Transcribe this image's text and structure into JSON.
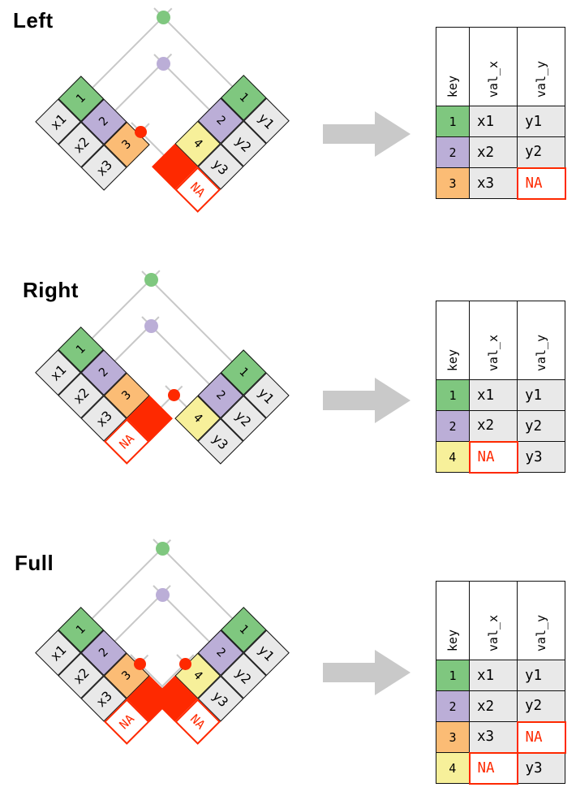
{
  "colors": {
    "green": "#7FC77F",
    "purple": "#BBAED7",
    "orange": "#FBBC75",
    "yellow": "#F7F09A",
    "gray_cell": "#E9E9E9",
    "red": "#FE2900",
    "line": "#C8C8C8",
    "arrow": "#C9C9C9",
    "border": "#111111"
  },
  "result_headers": [
    "key",
    "val_x",
    "val_y"
  ],
  "sections": [
    {
      "label": "Left",
      "left_table": {
        "rows": [
          {
            "val": "x1",
            "key": "1",
            "key_color": "green"
          },
          {
            "val": "x2",
            "key": "2",
            "key_color": "purple"
          },
          {
            "val": "x3",
            "key": "3",
            "key_color": "orange"
          }
        ]
      },
      "right_table": {
        "rows": [
          {
            "key": "1",
            "val": "y1",
            "key_color": "green"
          },
          {
            "key": "2",
            "val": "y2",
            "key_color": "purple"
          },
          {
            "key": "4",
            "val": "y3",
            "key_color": "yellow"
          }
        ],
        "na_label": "NA"
      },
      "dots": [
        "green",
        "purple",
        "red"
      ],
      "result": {
        "rows": [
          {
            "key": "1",
            "key_color": "green",
            "val_x": "x1",
            "val_y": "y1"
          },
          {
            "key": "2",
            "key_color": "purple",
            "val_x": "x2",
            "val_y": "y2"
          },
          {
            "key": "3",
            "key_color": "orange",
            "val_x": "x3",
            "val_y": "NA"
          }
        ]
      }
    },
    {
      "label": "Right",
      "left_table": {
        "rows": [
          {
            "val": "x1",
            "key": "1",
            "key_color": "green"
          },
          {
            "val": "x2",
            "key": "2",
            "key_color": "purple"
          },
          {
            "val": "x3",
            "key": "3",
            "key_color": "orange"
          }
        ],
        "na_label": "NA"
      },
      "right_table": {
        "rows": [
          {
            "key": "1",
            "val": "y1",
            "key_color": "green"
          },
          {
            "key": "2",
            "val": "y2",
            "key_color": "purple"
          },
          {
            "key": "4",
            "val": "y3",
            "key_color": "yellow"
          }
        ]
      },
      "dots": [
        "green",
        "purple",
        "red"
      ],
      "result": {
        "rows": [
          {
            "key": "1",
            "key_color": "green",
            "val_x": "x1",
            "val_y": "y1"
          },
          {
            "key": "2",
            "key_color": "purple",
            "val_x": "x2",
            "val_y": "y2"
          },
          {
            "key": "4",
            "key_color": "yellow",
            "val_x": "NA",
            "val_y": "y3"
          }
        ]
      }
    },
    {
      "label": "Full",
      "left_table": {
        "rows": [
          {
            "val": "x1",
            "key": "1",
            "key_color": "green"
          },
          {
            "val": "x2",
            "key": "2",
            "key_color": "purple"
          },
          {
            "val": "x3",
            "key": "3",
            "key_color": "orange"
          }
        ],
        "na_label": "NA"
      },
      "right_table": {
        "rows": [
          {
            "key": "1",
            "val": "y1",
            "key_color": "green"
          },
          {
            "key": "2",
            "val": "y2",
            "key_color": "purple"
          },
          {
            "key": "4",
            "val": "y3",
            "key_color": "yellow"
          }
        ],
        "na_label": "NA"
      },
      "dots": [
        "green",
        "purple",
        "red",
        "red"
      ],
      "result": {
        "rows": [
          {
            "key": "1",
            "key_color": "green",
            "val_x": "x1",
            "val_y": "y1"
          },
          {
            "key": "2",
            "key_color": "purple",
            "val_x": "x2",
            "val_y": "y2"
          },
          {
            "key": "3",
            "key_color": "orange",
            "val_x": "x3",
            "val_y": "NA"
          },
          {
            "key": "4",
            "key_color": "yellow",
            "val_x": "NA",
            "val_y": "y3"
          }
        ]
      }
    }
  ]
}
